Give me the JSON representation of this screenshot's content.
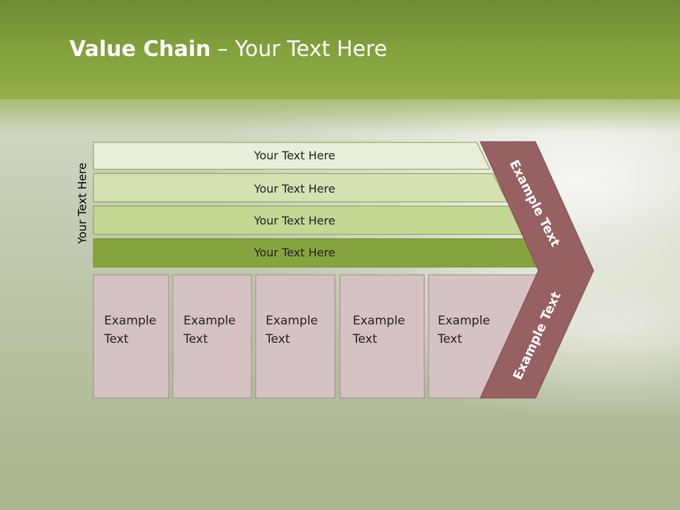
{
  "title": {
    "bold": "Value Chain",
    "rest": " – Your Text Here"
  },
  "side_label": "Your Text Here",
  "bars": [
    {
      "label": "Your Text Here",
      "color": "#e8efd8"
    },
    {
      "label": "Your Text Here",
      "color": "#d5e3b3"
    },
    {
      "label": "Your Text Here",
      "color": "#c3d893"
    },
    {
      "label": "Your Text Here",
      "color": "#86a43e"
    }
  ],
  "boxes": [
    {
      "line1": "Example",
      "line2": "Text"
    },
    {
      "line1": "Example",
      "line2": "Text"
    },
    {
      "line1": "Example",
      "line2": "Text"
    },
    {
      "line1": "Example",
      "line2": "Text"
    },
    {
      "line1": "Example",
      "line2": "Text"
    }
  ],
  "chevron": {
    "upper_label": "Example Text",
    "lower_label": "Example Text",
    "color": "#976062"
  },
  "colors": {
    "box_fill": "#d6c1c3",
    "header_green": "#7a9638"
  }
}
